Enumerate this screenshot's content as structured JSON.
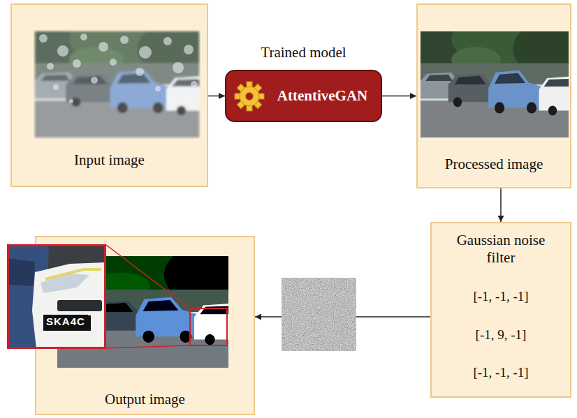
{
  "diagram": {
    "nodes": [
      {
        "text": [
          "Input image"
        ]
      },
      {
        "text": [
          "Trained model",
          "AttentiveGAN"
        ]
      },
      {
        "text": [
          "Processed image"
        ]
      },
      {
        "text": [
          "Gaussian noise filter",
          "[-1, -1, -1]",
          "[-1, 9, -1]",
          "[-1, -1, -1]"
        ]
      },
      {
        "text": [
          "Output image"
        ]
      }
    ],
    "edges": [
      {
        "from": 0,
        "to": 1,
        "arrow": "to"
      },
      {
        "from": 1,
        "to": 2,
        "arrow": "to"
      },
      {
        "from": 2,
        "to": 3,
        "arrow": "to"
      },
      {
        "from": 3,
        "to": 4,
        "arrow": "to"
      }
    ],
    "labels": [
      "SKA4C"
    ]
  }
}
